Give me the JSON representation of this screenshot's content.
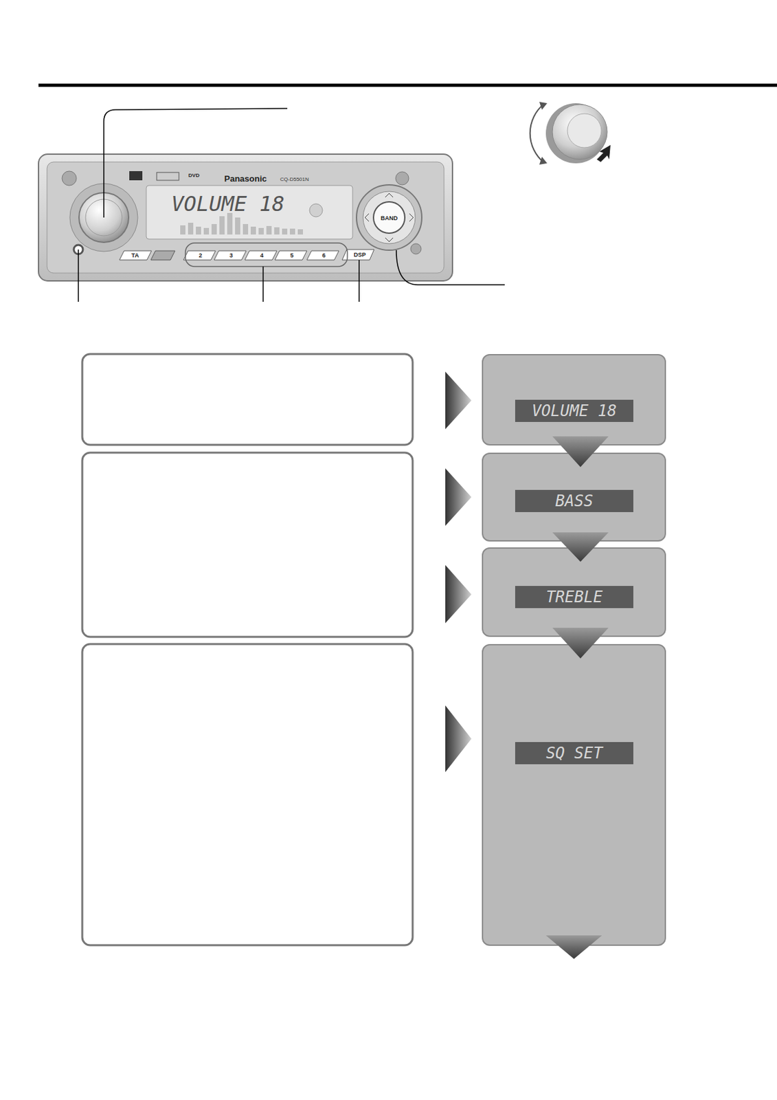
{
  "diagram": {
    "nodes": [
      {
        "text": [
          "VOLUME 18"
        ]
      },
      {
        "text": [
          "BASS"
        ]
      },
      {
        "text": [
          "TREBLE"
        ]
      },
      {
        "text": [
          "SQ SET"
        ]
      }
    ],
    "edges": [
      {
        "from": 0,
        "to": 1,
        "arrow": "to"
      },
      {
        "from": 1,
        "to": 2,
        "arrow": "to"
      },
      {
        "from": 2,
        "to": 3,
        "arrow": "to"
      }
    ],
    "labels": [
      "Panasonic",
      "CQ-D5501N",
      "DVD",
      "VOLUME 18",
      "BAND",
      "DSP",
      "TA",
      "2",
      "3",
      "4",
      "5",
      "6"
    ]
  }
}
